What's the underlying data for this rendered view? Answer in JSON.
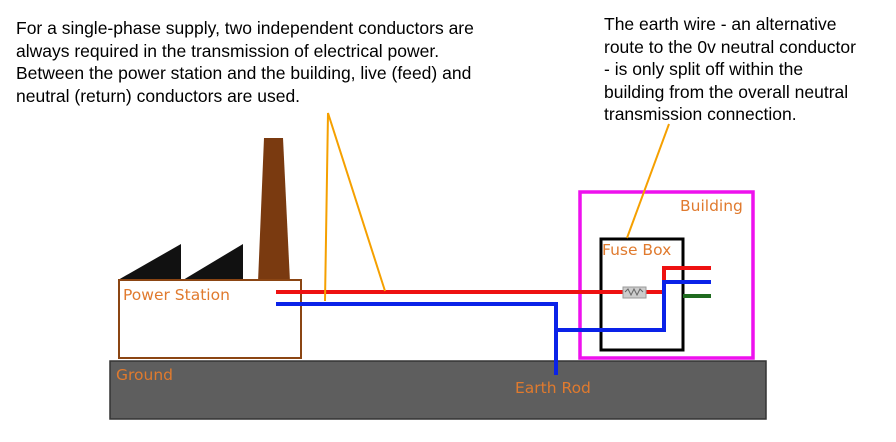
{
  "annotations": {
    "transmission_note": "For a single-phase supply, two independent conductors are always required in the transmission of electrical power. Between the power station and the building, live (feed) and neutral (return) conductors are used.",
    "earth_note_lines": [
      "The earth wire - an alternative",
      "route to the 0v neutral conductor",
      "- is only split off within the",
      "building from the overall neutral",
      "transmission connection."
    ]
  },
  "labels": {
    "power_station": "Power Station",
    "building": "Building",
    "fuse_box": "Fuse Box",
    "ground": "Ground",
    "earth_rod": "Earth Rod"
  },
  "colors": {
    "live_wire": "#ee1111",
    "neutral_wire": "#0a22e8",
    "earth_wire": "#1f6b1f",
    "leader_lines": "#f5a000",
    "building_outline": "#ee11ee",
    "power_station_outline": "#8b4513",
    "chimney": "#7a3a10",
    "ground": "#5e5e5e",
    "label_text": "#e07a2e"
  }
}
